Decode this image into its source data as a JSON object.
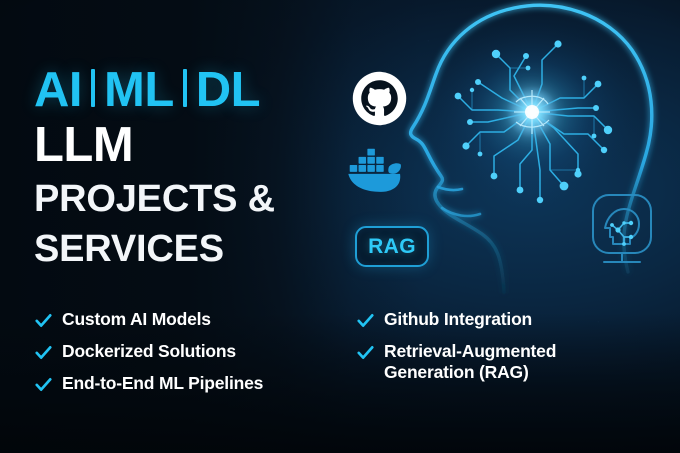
{
  "poster": {
    "headline": {
      "tokens": [
        "AI",
        "ML",
        "DL"
      ],
      "separator": "|",
      "llm": "LLM",
      "subline_1": "PROJECTS &",
      "subline_2": "SERVICES"
    },
    "features": {
      "left": [
        "Custom AI Models",
        "Dockerized Solutions",
        "End-to-End ML Pipelines"
      ],
      "right": [
        "Github Integration",
        "Retrieval-Augmented Generation (RAG)"
      ]
    },
    "badges": {
      "rag": "RAG"
    },
    "icons": {
      "github": "github-icon",
      "docker": "docker-whale-icon",
      "rag_badge": "rag-badge",
      "ai_head_chip": "ai-head-chip-icon",
      "check": "check-icon",
      "head_circuit_brain": "head-circuit-brain-illustration"
    },
    "colors": {
      "accent_cyan": "#21c3f3",
      "accent_cyan_bright": "#2ec9f7",
      "text_white": "#ffffff",
      "bg_dark_navy": "#040b13",
      "bg_blue_glow": "#0d3558",
      "docker_blue": "#1d9ada",
      "badge_border": "#1f9fd6"
    }
  }
}
